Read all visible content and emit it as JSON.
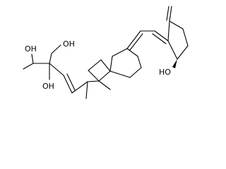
{
  "labels": {
    "oh_upper_left": "OH",
    "oh_hydroxymethyl": "OH",
    "oh_mid": "OH",
    "oh_ring_a": "HO"
  },
  "colors": {
    "bond": "#000000",
    "background": "#ffffff"
  }
}
